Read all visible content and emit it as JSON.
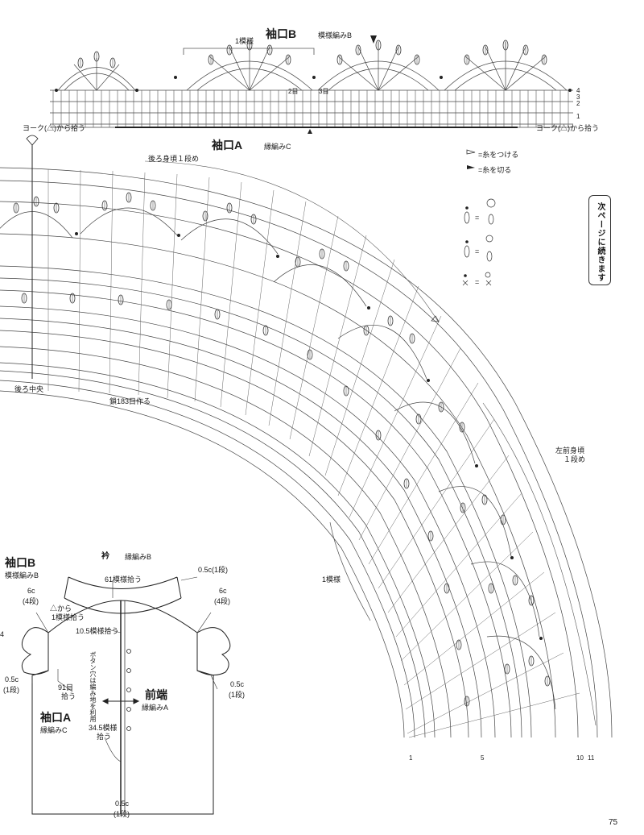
{
  "top_chart": {
    "title": "袖口B",
    "pattern": "模様編みB",
    "one_repeat": "1模様",
    "eye2": "2目",
    "eye3": "3目",
    "pickup_left": "ヨーク(△)から拾う",
    "pickup_right": "ヨーク(△)から拾う",
    "row_numbers": [
      "4",
      "3",
      "2",
      "1"
    ]
  },
  "main_chart": {
    "title": "袖口A",
    "pattern": "縁編みC",
    "back_row1": "後ろ身頃１段め",
    "back_center": "後ろ中央",
    "chain_start": "鎖183目作る",
    "left_front_row1_a": "左前身頃",
    "left_front_row1_b": "１段め",
    "one_repeat": "1模様",
    "bottom_numbers": [
      "1",
      "5",
      "10",
      "11"
    ]
  },
  "legend": {
    "attach": "=糸をつける",
    "cut": "=糸を切る",
    "eq": "="
  },
  "continue_note": "次ページに続きます",
  "schematic": {
    "collar_title": "衿",
    "collar_pattern": "縁編みB",
    "sleeve_b_title": "袖口B",
    "sleeve_b_pattern": "模様編みB",
    "collar_pickup": "61模様拾う",
    "collar_rows": "0.5c(1段)",
    "right_cuff_a": "6c",
    "right_cuff_b": "(4段)",
    "left_cuff_a": "6c",
    "left_cuff_b": "(4段)",
    "from_triangle_a": "△から",
    "from_triangle_b": "1模様拾う",
    "collar_side_pickup": "10.5模様拾う",
    "side_4": "4",
    "button_hole": "ボタン穴は編み地を利用",
    "left_small_a": "0.5c",
    "left_small_b": "(1段)",
    "eye91_a": "91目",
    "eye91_b": "拾う",
    "right_small_a": "0.5c",
    "right_small_b": "(1段)",
    "sleeve_a_title": "袖口A",
    "sleeve_a_pattern": "縁編みC",
    "front_edge_title": "前端",
    "front_edge_pattern": "縁編みA",
    "front_pickup_a": "34.5模様",
    "front_pickup_b": "拾う",
    "bottom_small_a": "0.5c",
    "bottom_small_b": "(1段)"
  },
  "page_number": "75"
}
